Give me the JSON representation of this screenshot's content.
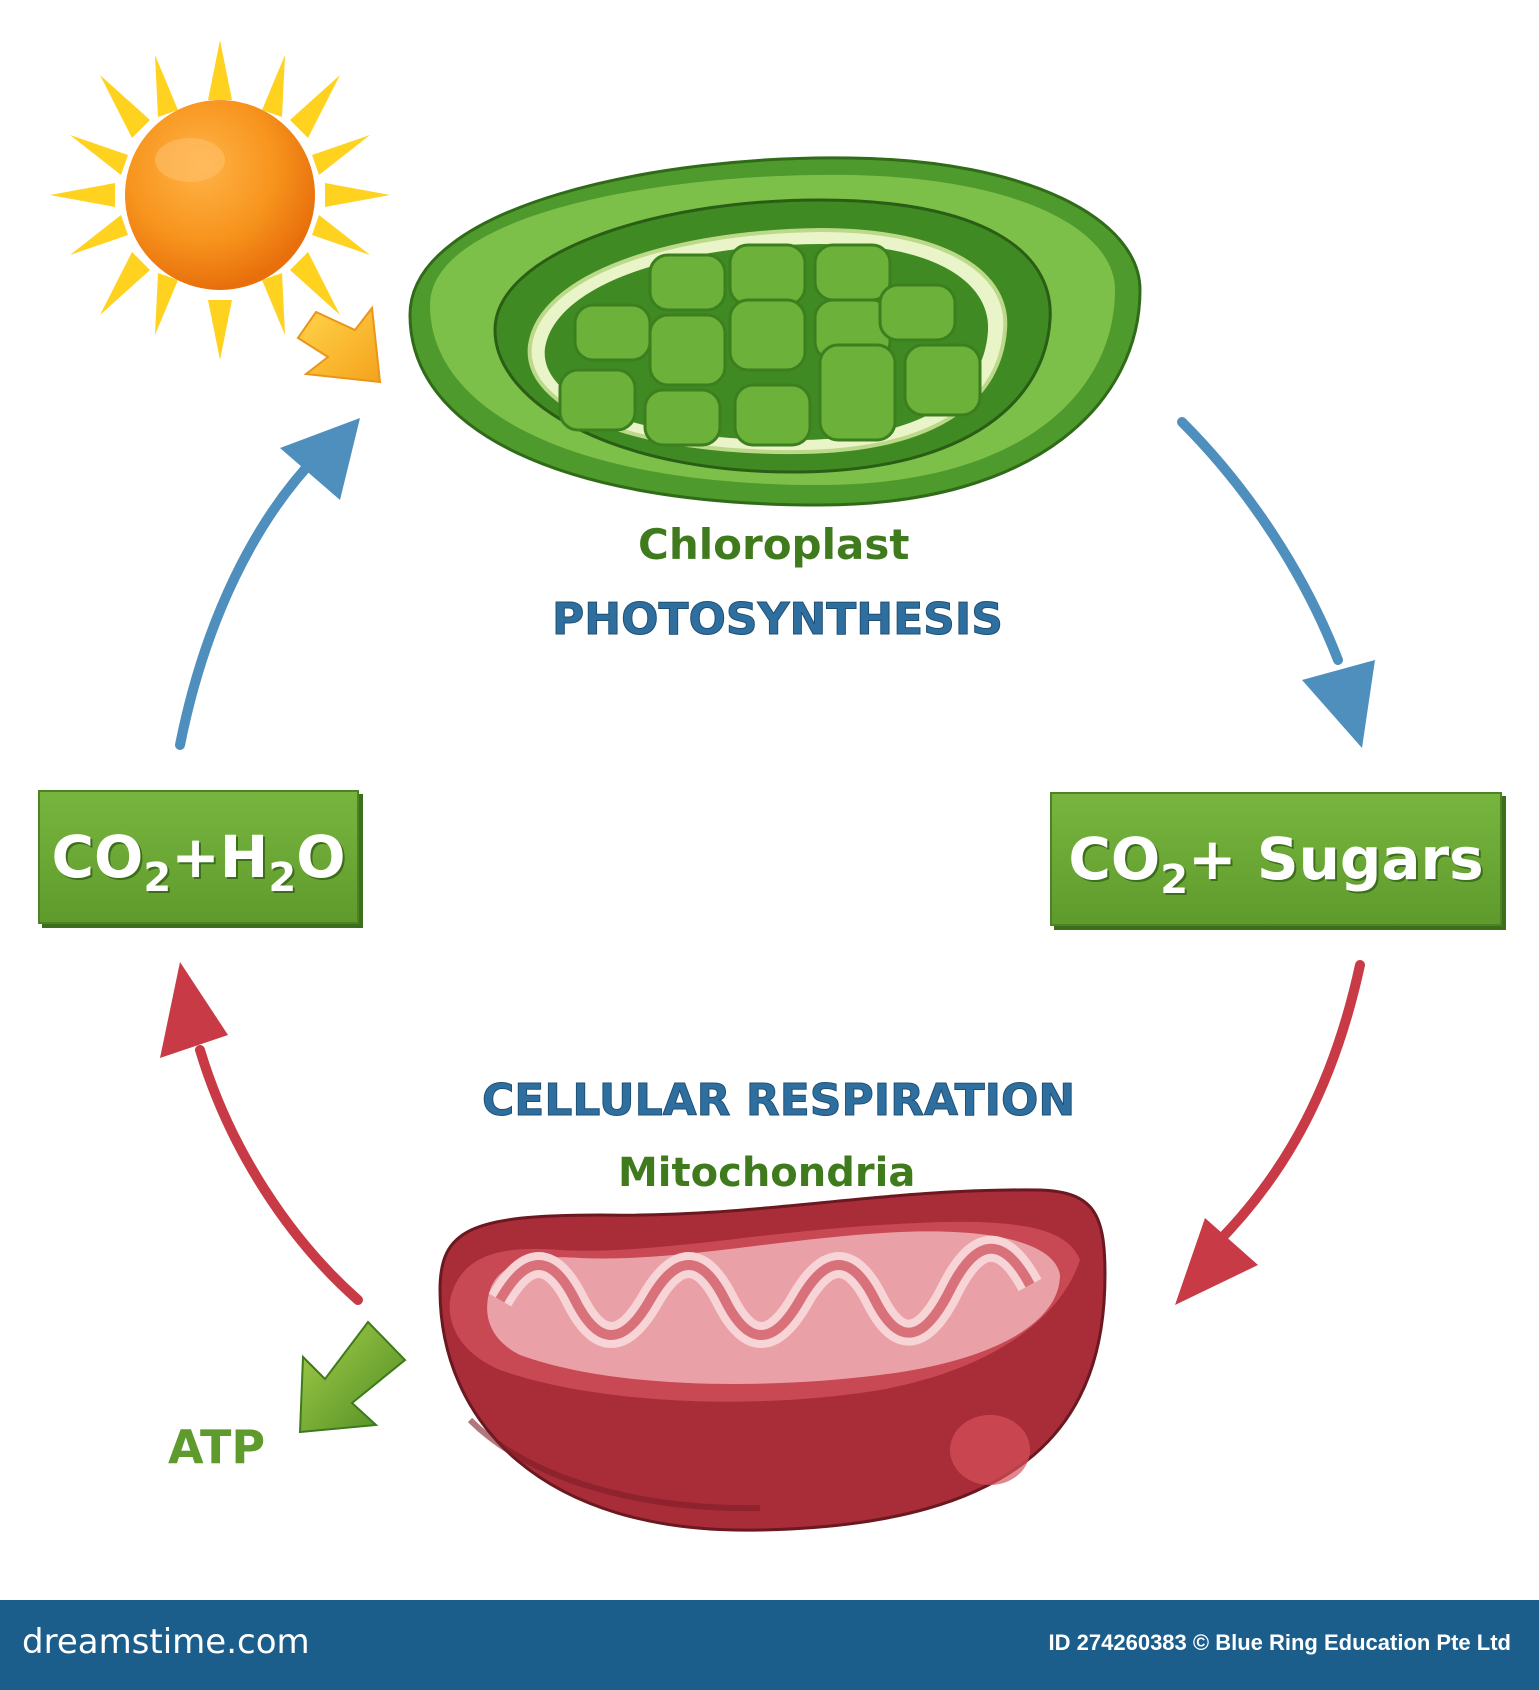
{
  "labels": {
    "chloroplast": "Chloroplast",
    "photosynthesis": "PHOTOSYNTHESIS",
    "cellular_respiration": "CELLULAR RESPIRATION",
    "mitochondria": "Mitochondria",
    "atp": "ATP"
  },
  "boxes": {
    "left": {
      "part1": "CO",
      "sub1": "2",
      "part2": "+H",
      "sub2": "2",
      "part3": "O"
    },
    "right": {
      "part1": "CO",
      "sub1": "2",
      "part2": "+ Sugars"
    }
  },
  "footer": {
    "site": "dreamstime.com",
    "credit": "ID 274260383 © Blue Ring Education Pte Ltd"
  },
  "colors": {
    "arrow_blue": "#4f8fbd",
    "arrow_red": "#c83a45",
    "box_green": "#6aa833",
    "footer_blue": "#1b5e8c"
  }
}
